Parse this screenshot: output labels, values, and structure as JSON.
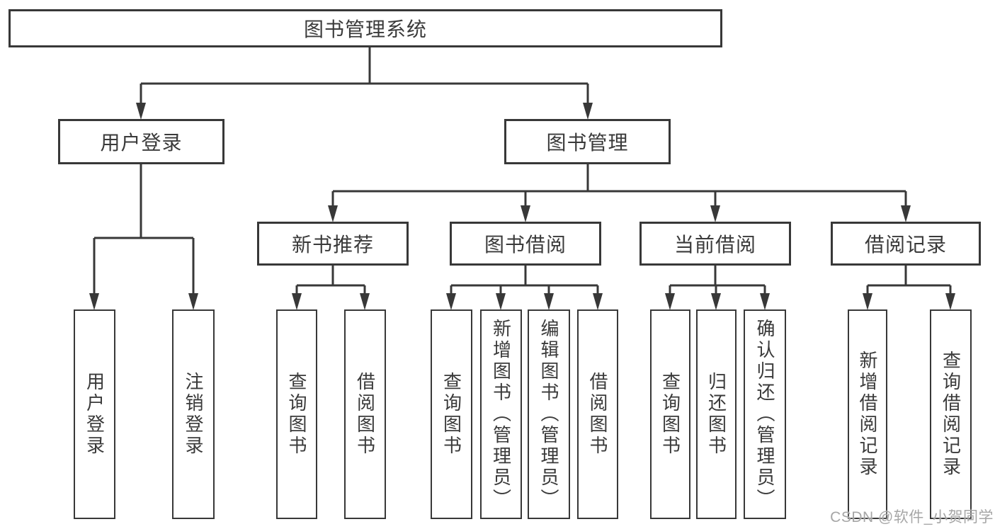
{
  "tree": {
    "label": "图书管理系统",
    "children": [
      {
        "label": "用户登录",
        "children": [
          {
            "label": "用户登录"
          },
          {
            "label": "注销登录"
          }
        ]
      },
      {
        "label": "图书管理",
        "children": [
          {
            "label": "新书推荐",
            "children": [
              {
                "label": "查询图书"
              },
              {
                "label": "借阅图书"
              }
            ]
          },
          {
            "label": "图书借阅",
            "children": [
              {
                "label": "查询图书"
              },
              {
                "label": "新增图书（管理员）"
              },
              {
                "label": "编辑图书（管理员）"
              },
              {
                "label": "借阅图书"
              }
            ]
          },
          {
            "label": "当前借阅",
            "children": [
              {
                "label": "查询图书"
              },
              {
                "label": "归还图书"
              },
              {
                "label": "确认归还（管理员）"
              }
            ]
          },
          {
            "label": "借阅记录",
            "children": [
              {
                "label": "新增借阅记录"
              },
              {
                "label": "查询借阅记录"
              }
            ]
          }
        ]
      }
    ]
  },
  "watermark": {
    "text": "CSDN @软件_小贺同学"
  },
  "colors": {
    "line": "#383838",
    "box_border": "#383838",
    "text": "#3a3a3a",
    "watermark": "#9e9e9e",
    "background": "#ffffff"
  }
}
